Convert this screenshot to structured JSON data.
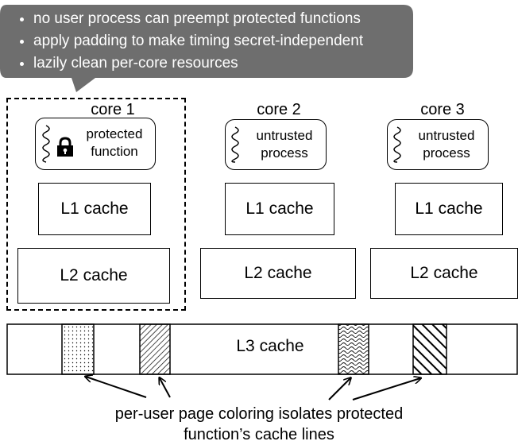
{
  "callout": {
    "bullets": [
      "no user process can preempt protected functions",
      "apply padding to make timing secret-independent",
      "lazily clean per-core resources"
    ]
  },
  "cores": [
    {
      "label": "core 1",
      "process": [
        "protected",
        "function"
      ],
      "l1": "L1 cache",
      "l2": "L2 cache",
      "locked": true
    },
    {
      "label": "core 2",
      "process": [
        "untrusted",
        "process"
      ],
      "l1": "L1 cache",
      "l2": "L2 cache",
      "locked": false
    },
    {
      "label": "core 3",
      "process": [
        "untrusted",
        "process"
      ],
      "l1": "L1 cache",
      "l2": "L2 cache",
      "locked": false
    }
  ],
  "l3": {
    "label": "L3 cache"
  },
  "caption": {
    "line1": "per-user page coloring isolates protected",
    "line2": "function’s cache lines"
  },
  "colors": {
    "bubble": "#6e6e6e",
    "bubble_text": "#ffffff",
    "stroke": "#000000"
  },
  "icons": [
    "squiggle-icon",
    "lock-icon"
  ]
}
